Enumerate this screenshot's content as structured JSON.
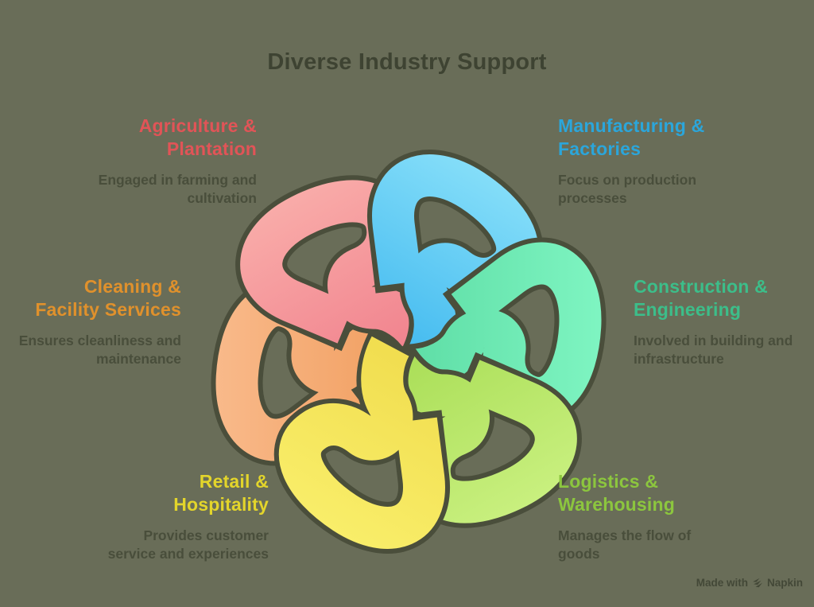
{
  "title": "Diverse Industry Support",
  "background_color": "#696D58",
  "outline_color": "#4A4E3B",
  "title_color": "#3E4332",
  "description_color": "#454A38",
  "sections": [
    {
      "id": "agriculture-plantation",
      "title_line1": "Agriculture &",
      "title_line2": "Plantation",
      "desc_line1": "Engaged in farming and",
      "desc_line2": "cultivation",
      "label_color": "#E15457",
      "loop_color_light": "#F9ACA9",
      "loop_color_dark": "#F0808C"
    },
    {
      "id": "manufacturing-factories",
      "title_line1": "Manufacturing &",
      "title_line2": "Factories",
      "desc_line1": "Focus on production",
      "desc_line2": "processes",
      "label_color": "#2BA6DB",
      "loop_color_light": "#85DEF9",
      "loop_color_dark": "#41B9EF"
    },
    {
      "id": "construction-engineering",
      "title_line1": "Construction &",
      "title_line2": "Engineering",
      "desc_line1": "Involved in building and",
      "desc_line2": "infrastructure",
      "label_color": "#3CBE8A",
      "loop_color_light": "#7FF5C2",
      "loop_color_dark": "#5CDCA4"
    },
    {
      "id": "cleaning-facility-services",
      "title_line1": "Cleaning &",
      "title_line2": "Facility Services",
      "desc_line1": "Ensures cleanliness and",
      "desc_line2": "maintenance",
      "label_color": "#E0912C",
      "loop_color_light": "#F9BA8B",
      "loop_color_dark": "#F09C5C"
    },
    {
      "id": "retail-hospitality",
      "title_line1": "Retail &",
      "title_line2": "Hospitality",
      "desc_line1": "Provides customer",
      "desc_line2": "service and experiences",
      "label_color": "#E3D52B",
      "loop_color_light": "#F9EE6A",
      "loop_color_dark": "#F0DC4D"
    },
    {
      "id": "logistics-warehousing",
      "title_line1": "Logistics &",
      "title_line2": "Warehousing",
      "desc_line1": "Manages the flow of",
      "desc_line2": "goods",
      "label_color": "#8CC63E",
      "loop_color_light": "#C9F07F",
      "loop_color_dark": "#A8DD55"
    }
  ],
  "watermark": {
    "prefix": "Made with",
    "brand": "Napkin"
  }
}
